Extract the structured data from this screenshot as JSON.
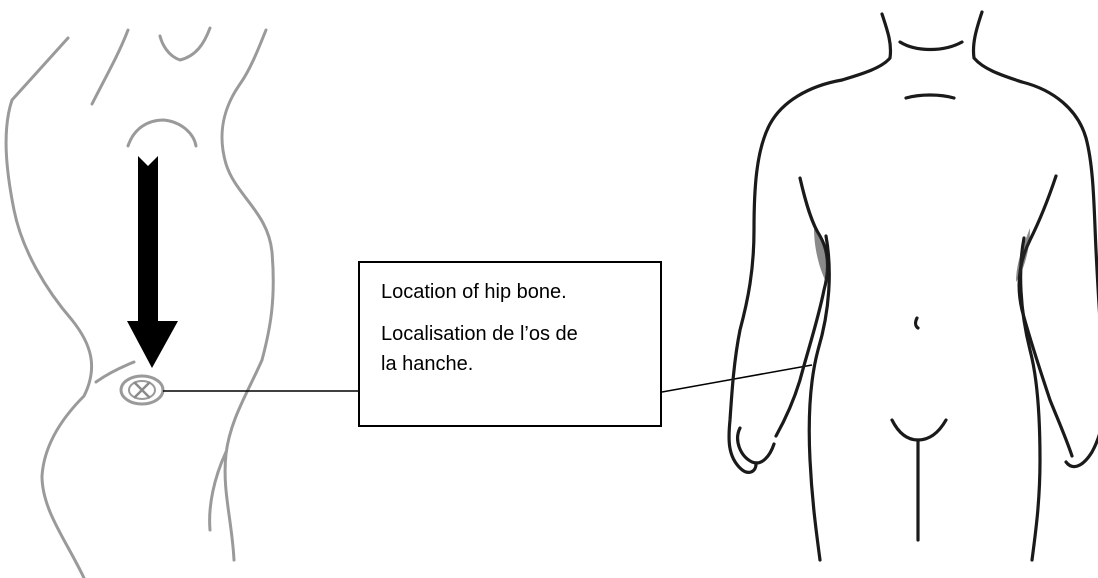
{
  "callout": {
    "english": "Location of hip bone.",
    "french_line_1": "Localisation de l’os de",
    "french_line_2": "la hanche."
  },
  "colors": {
    "side_view_stroke": "#9a9a9a",
    "front_view_stroke": "#1a1a1a",
    "arrow": "#000000",
    "callout_border": "#000000"
  },
  "icons": {
    "injection_site": "circled-x-marker",
    "direction": "down-arrow"
  }
}
